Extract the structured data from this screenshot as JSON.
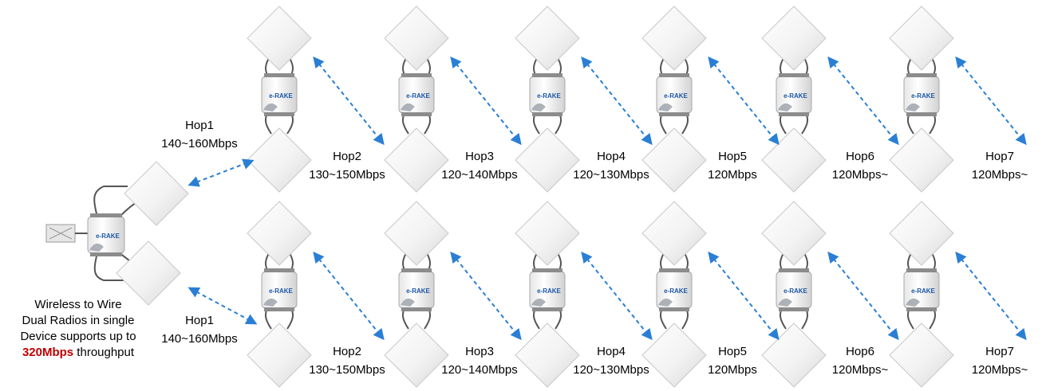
{
  "device": {
    "brand": "e-RAKE"
  },
  "colors": {
    "link_arrow": "#2a7fd4",
    "highlight": "#c00000"
  },
  "caption": {
    "line1": "Wireless to Wire",
    "line2": "Dual Radios in single",
    "line3": "Device supports up to",
    "line4_value": "320Mbps",
    "line4_rest": " throughput"
  },
  "rows": [
    {
      "hops": [
        {
          "name": "Hop1",
          "rate": "140~160Mbps"
        },
        {
          "name": "Hop2",
          "rate": "130~150Mbps"
        },
        {
          "name": "Hop3",
          "rate": "120~140Mbps"
        },
        {
          "name": "Hop4",
          "rate": "120~130Mbps"
        },
        {
          "name": "Hop5",
          "rate": "120Mbps"
        },
        {
          "name": "Hop6",
          "rate": "120Mbps~"
        },
        {
          "name": "Hop7",
          "rate": "120Mbps~"
        }
      ]
    },
    {
      "hops": [
        {
          "name": "Hop1",
          "rate": "140~160Mbps"
        },
        {
          "name": "Hop2",
          "rate": "130~150Mbps"
        },
        {
          "name": "Hop3",
          "rate": "120~140Mbps"
        },
        {
          "name": "Hop4",
          "rate": "120~130Mbps"
        },
        {
          "name": "Hop5",
          "rate": "120Mbps"
        },
        {
          "name": "Hop6",
          "rate": "120Mbps~"
        },
        {
          "name": "Hop7",
          "rate": "120Mbps~"
        }
      ]
    }
  ]
}
